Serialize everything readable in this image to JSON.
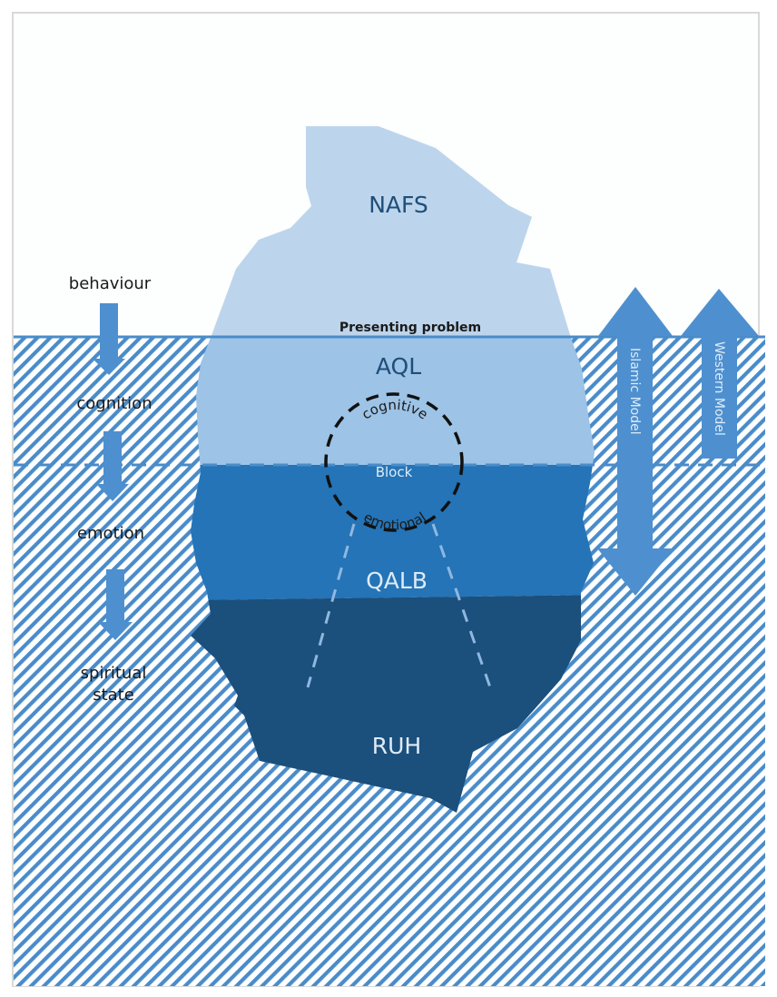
{
  "diagram": {
    "type": "iceberg-model",
    "colors": {
      "frame_border": "#d9d9d9",
      "background": "#fdfefe",
      "water_hatch": "#4a8cc9",
      "water_line": "#4a8cc9",
      "nafs": "#bdd5ec",
      "aql": "#9dc3e6",
      "qalb": "#2474b7",
      "ruh": "#1b4f7c",
      "arrow": "#4e90cf",
      "label_dark": "#1f4e79",
      "label_light": "#deebf7",
      "dashed_guides": "#8fb8e0"
    },
    "layers": [
      {
        "id": "nafs",
        "label": "NAFS"
      },
      {
        "id": "aql",
        "label": "AQL"
      },
      {
        "id": "qalb",
        "label": "QALB"
      },
      {
        "id": "ruh",
        "label": "RUH"
      }
    ],
    "water_line_label": "Presenting problem",
    "block": {
      "top_label": "cognitive",
      "center_label": "Block",
      "bottom_label": "emotional"
    },
    "left_sequence": [
      {
        "label": "behaviour"
      },
      {
        "label": "cognition"
      },
      {
        "label": "emotion"
      },
      {
        "label": "spiritual state",
        "lines": [
          "spiritual",
          "state"
        ]
      }
    ],
    "models": [
      {
        "label": "Islamic Model",
        "direction": "bidirectional"
      },
      {
        "label": "Western Model",
        "direction": "up"
      }
    ]
  }
}
